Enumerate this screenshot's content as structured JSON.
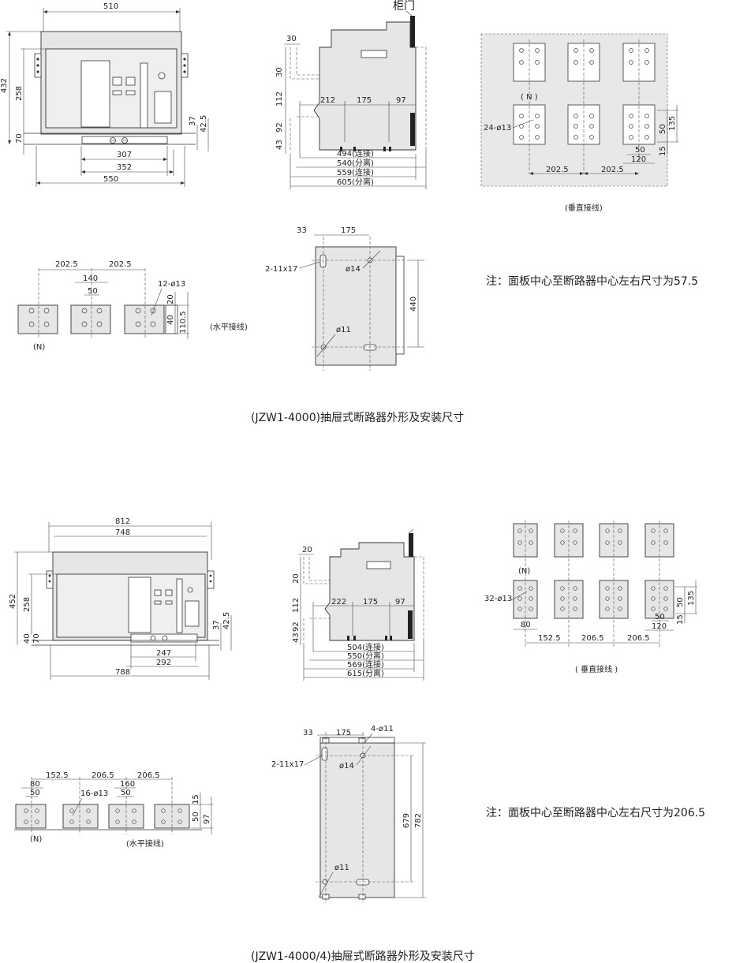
{
  "section1": {
    "caption": "(JZW1-4000)抽屉式断路器外形及安装尺寸",
    "front": {
      "w510": "510",
      "h432": "432",
      "h258": "258",
      "h70": "70",
      "h37": "37",
      "h42_5": "42.5",
      "w307": "307",
      "w352": "352",
      "w550": "550"
    },
    "side": {
      "cabinet_door": "柜门",
      "d30a": "30",
      "d30b": "30",
      "d112": "112",
      "d92": "92",
      "d43": "43",
      "d212": "212",
      "d175": "175",
      "d97": "97",
      "l494": "494(连接)",
      "l540": "540(分离)",
      "l559": "559(连接)",
      "l605": "605(分离)"
    },
    "vertical": {
      "n_label": "( N )",
      "holes": "24-ø13",
      "d202a": "202.5",
      "d202b": "202.5",
      "d50": "50",
      "d120": "120",
      "d15": "15",
      "d50v": "50",
      "d135": "135",
      "caption": "(垂直接线)"
    },
    "horizontal": {
      "d202a": "202.5",
      "d202b": "202.5",
      "d140": "140",
      "d50": "50",
      "holes": "12-ø13",
      "d20": "20",
      "d40": "40",
      "d110": "110.5",
      "n_label": "(N)",
      "caption": "(水平接线)"
    },
    "mount": {
      "d33": "33",
      "d175": "175",
      "slot": "2-11x17",
      "d14": "ø14",
      "d11": "ø11",
      "d440": "440"
    },
    "note": "注：面板中心至断路器中心左右尺寸为57.5"
  },
  "section2": {
    "caption": "(JZW1-4000/4)抽屉式断路器外形及安装尺寸",
    "front": {
      "w812": "812",
      "w748": "748",
      "h452": "452",
      "h258": "258",
      "h40": "40",
      "h70": "70",
      "h37": "37",
      "h42_5": "42.5",
      "w247": "247",
      "w292": "292",
      "w788": "788"
    },
    "side": {
      "d20a": "20",
      "d20b": "20",
      "d112": "112",
      "d92": "92",
      "d43": "43",
      "d222": "222",
      "d175": "175",
      "d97": "97",
      "l504": "504(连接)",
      "l550": "550(分离)",
      "l569": "569(连接)",
      "l615": "615(分离)"
    },
    "vertical": {
      "n_label": "(N)",
      "holes": "32-ø13",
      "d80": "80",
      "d152": "152.5",
      "d206a": "206.5",
      "d206b": "206.5",
      "d50": "50",
      "d120": "120",
      "d15": "15",
      "d50v": "50",
      "d135": "135",
      "caption": "( 垂直接线 )"
    },
    "horizontal": {
      "d152": "152.5",
      "d206a": "206.5",
      "d206b": "206.5",
      "d80": "80",
      "d50": "50",
      "holes": "16-ø13",
      "d160": "160",
      "d50b": "50",
      "d15": "15",
      "d50v": "50",
      "d97": "97",
      "n_label": "(N)",
      "caption": "(水平接线)"
    },
    "mount": {
      "d33": "33",
      "d175": "175",
      "holes4": "4-ø11",
      "slot": "2-11x17",
      "d14": "ø14",
      "d11": "ø11",
      "d679": "679",
      "d782": "782"
    },
    "note": "注：面板中心至断路器中心左右尺寸为206.5"
  }
}
